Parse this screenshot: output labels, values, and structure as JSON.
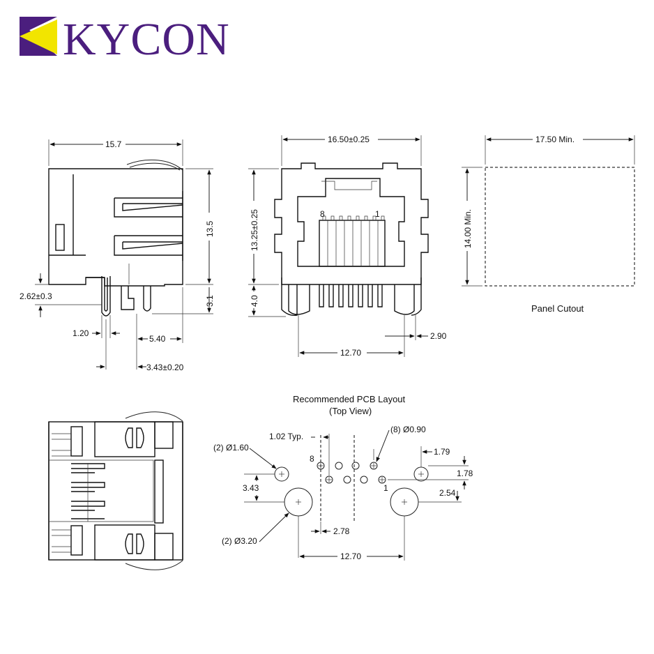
{
  "logo": {
    "text": "KYCON",
    "color": "#4B1E7E",
    "accent": "#F2E500"
  },
  "side_view": {
    "width": "15.7",
    "height": "13.5",
    "pin_length": "3.1",
    "standoff": "2.62±0.3",
    "pin_width": "1.20",
    "offset_a": "5.40",
    "offset_b": "3.43±0.20"
  },
  "front_view": {
    "width": "16.50±0.25",
    "height": "13.25±0.25",
    "lower_height": "4.0",
    "pin_label_8": "8",
    "pin_label_1": "1",
    "peg_spacing": "12.70",
    "peg_offset": "2.90"
  },
  "panel_cutout": {
    "width": "17.50 Min.",
    "height": "14.00 Min.",
    "caption": "Panel Cutout"
  },
  "pcb_layout": {
    "title": "Recommended PCB Layout",
    "subtitle": "(Top View)",
    "pitch": "1.02 Typ.",
    "small_holes": "(8) Ø0.90",
    "led_holes": "(2) Ø1.60",
    "peg_holes": "(2) Ø3.20",
    "dim_179": "1.79",
    "dim_178": "1.78",
    "dim_254": "2.54",
    "dim_343": "3.43",
    "dim_278": "2.78",
    "dim_1270": "12.70",
    "pin_label_8": "8",
    "pin_label_1": "1"
  },
  "colors": {
    "line": "#222222",
    "logo_purple": "#4B1E7E",
    "logo_yellow": "#F2E500"
  }
}
